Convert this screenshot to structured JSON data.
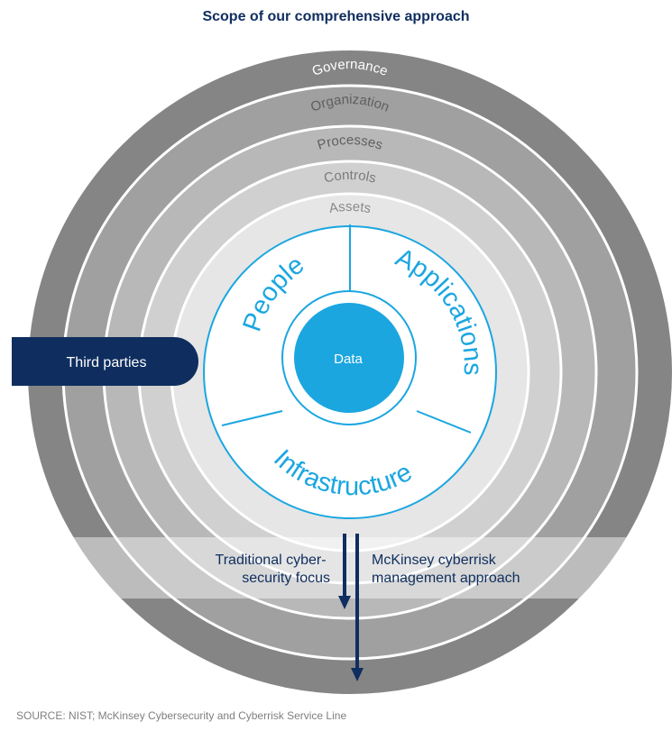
{
  "title": "Scope of our comprehensive approach",
  "rings": {
    "governance": "Governance",
    "organization": "Organization",
    "processes": "Processes",
    "controls": "Controls",
    "assets": "Assets"
  },
  "sectors": {
    "people": "People",
    "applications": "Applications",
    "infrastructure": "Infrastructure"
  },
  "core": "Data",
  "third_parties": "Third parties",
  "focus": {
    "traditional_line1": "Traditional cyber-",
    "traditional_line2": "security focus",
    "mckinsey_line1": "McKinsey cyberrisk",
    "mckinsey_line2": "management approach"
  },
  "source": "SOURCE: NIST; McKinsey Cybersecurity and Cyberrisk Service Line",
  "colors": {
    "navy": "#0f2e5f",
    "accent_blue": "#1ba6e0",
    "governance": "#858585",
    "organization": "#a0a0a0",
    "processes": "#b8b8b8",
    "controls": "#d0d0d0",
    "assets": "#e6e6e6"
  }
}
